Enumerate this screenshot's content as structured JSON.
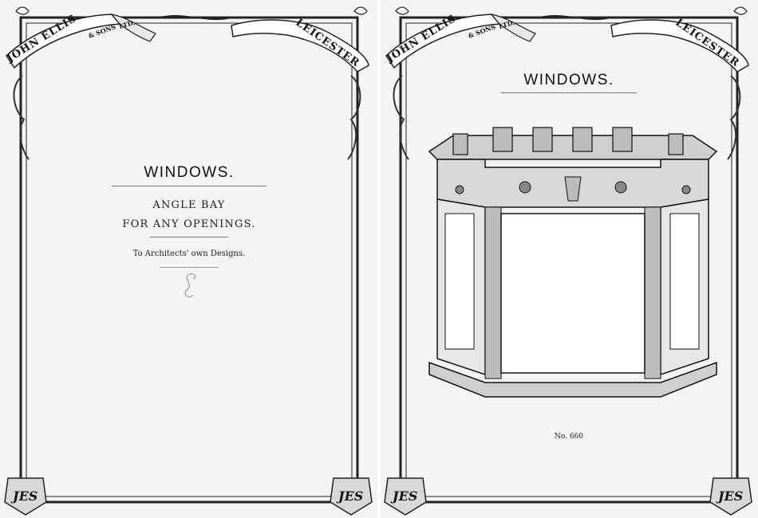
{
  "banner": {
    "name": "JOHN ELLIS",
    "sons": "& SONS",
    "ltd": "LTD.",
    "city": "LEICESTER"
  },
  "monogram": "JES",
  "left_page": {
    "title": "WINDOWS.",
    "line1": "ANGLE BAY",
    "line2": "FOR ANY OPENINGS.",
    "note": "To Architects' own Designs."
  },
  "right_page": {
    "title": "WINDOWS.",
    "caption": "No. 660"
  }
}
